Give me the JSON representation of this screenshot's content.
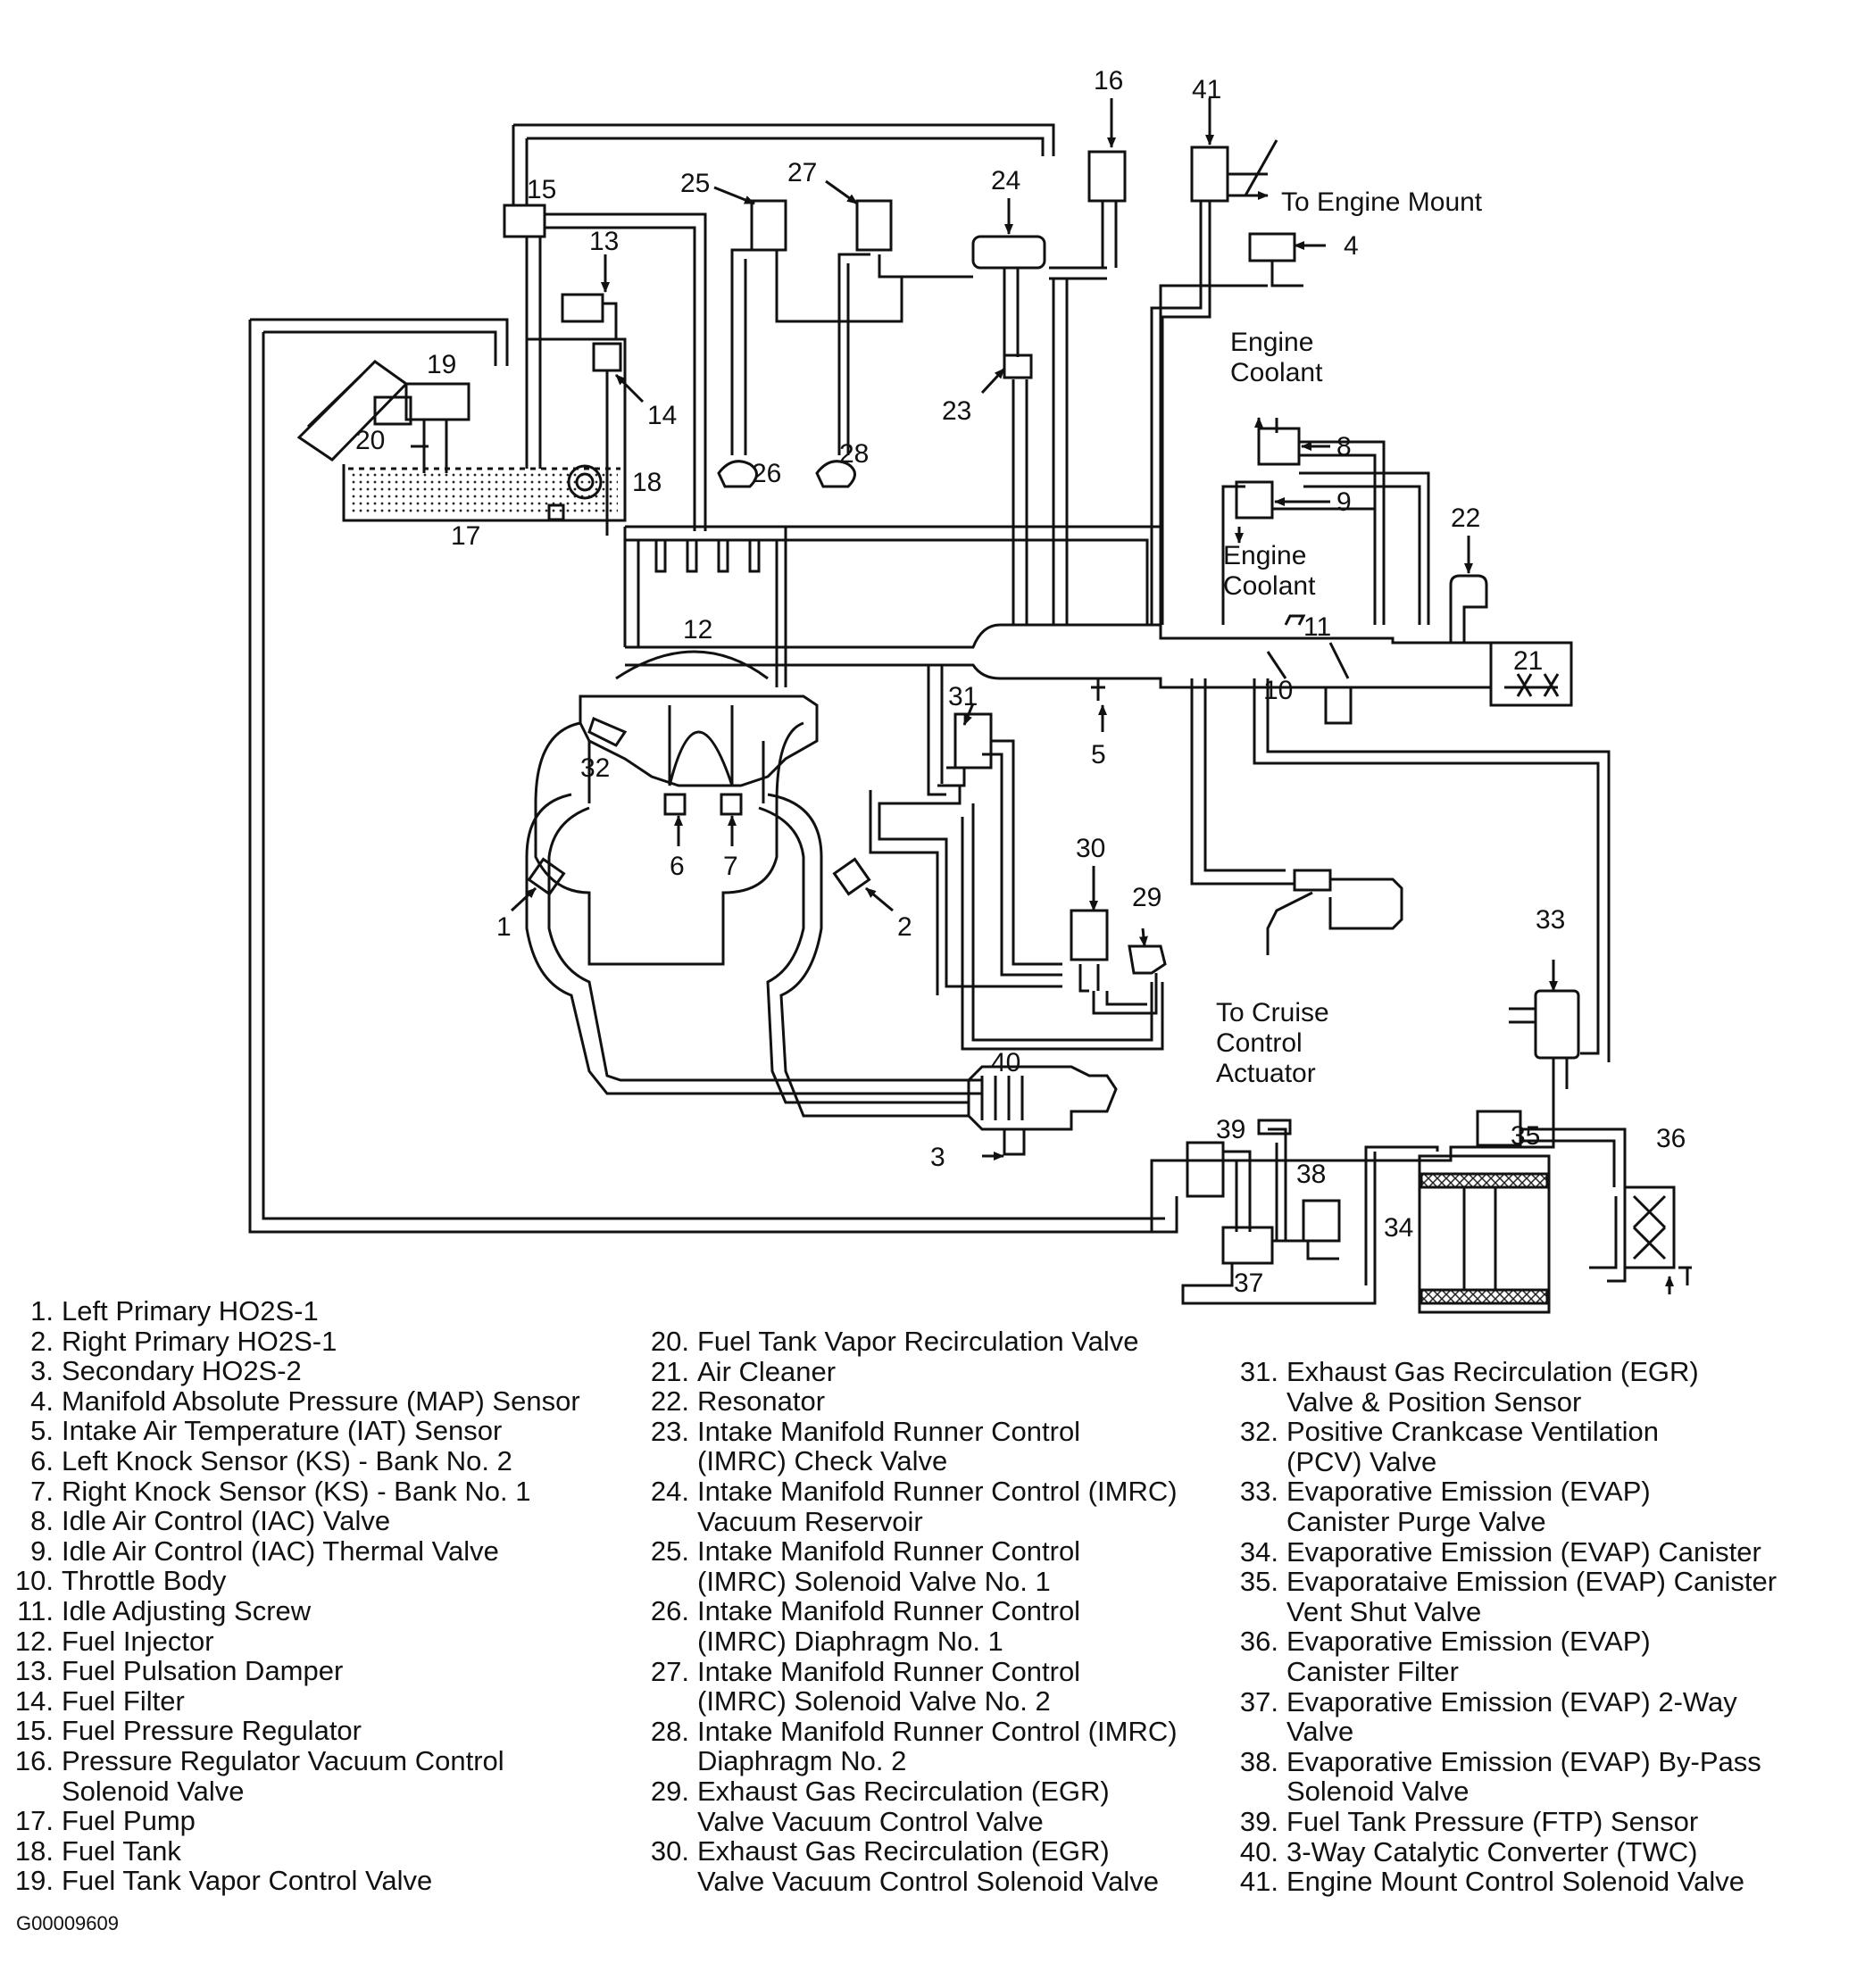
{
  "callouts": {
    "n1": "1",
    "n2": "2",
    "n3": "3",
    "n4": "4",
    "n5": "5",
    "n6": "6",
    "n7": "7",
    "n8": "8",
    "n9": "9",
    "n10": "10",
    "n11": "11",
    "n12": "12",
    "n13": "13",
    "n14": "14",
    "n15": "15",
    "n16": "16",
    "n17": "17",
    "n18": "18",
    "n19": "19",
    "n20": "20",
    "n21": "21",
    "n22": "22",
    "n23": "23",
    "n24": "24",
    "n25": "25",
    "n26": "26",
    "n27": "27",
    "n28": "28",
    "n29": "29",
    "n30": "30",
    "n31": "31",
    "n32": "32",
    "n33": "33",
    "n34": "34",
    "n35": "35",
    "n36": "36",
    "n37": "37",
    "n38": "38",
    "n39": "39",
    "n40": "40",
    "n41": "41"
  },
  "annotations": {
    "to_engine_mount": "To Engine Mount",
    "engine_coolant_upper_1": "Engine",
    "engine_coolant_upper_2": "Coolant",
    "engine_coolant_lower_1": "Engine",
    "engine_coolant_lower_2": "Coolant",
    "cruise_1": "To Cruise",
    "cruise_2": "Control",
    "cruise_3": "Actuator"
  },
  "legend": {
    "col1": [
      {
        "num": "1.",
        "text": "Left Primary HO2S-1"
      },
      {
        "num": "2.",
        "text": "Right Primary HO2S-1"
      },
      {
        "num": "3.",
        "text": "Secondary HO2S-2"
      },
      {
        "num": "4.",
        "text": "Manifold Absolute Pressure (MAP) Sensor"
      },
      {
        "num": "5.",
        "text": "Intake Air Temperature (IAT) Sensor"
      },
      {
        "num": "6.",
        "text": "Left Knock Sensor (KS) - Bank No. 2"
      },
      {
        "num": "7.",
        "text": "Right Knock Sensor (KS) - Bank No. 1"
      },
      {
        "num": "8.",
        "text": "Idle Air Control (IAC) Valve"
      },
      {
        "num": "9.",
        "text": "Idle Air Control (IAC) Thermal Valve"
      },
      {
        "num": "10.",
        "text": "Throttle Body"
      },
      {
        "num": "11.",
        "text": "Idle Adjusting Screw"
      },
      {
        "num": "12.",
        "text": "Fuel Injector"
      },
      {
        "num": "13.",
        "text": "Fuel Pulsation Damper"
      },
      {
        "num": "14.",
        "text": "Fuel Filter"
      },
      {
        "num": "15.",
        "text": "Fuel Pressure Regulator"
      },
      {
        "num": "16.",
        "text": "Pressure Regulator Vacuum Control\nSolenoid Valve"
      },
      {
        "num": "17.",
        "text": "Fuel Pump"
      },
      {
        "num": "18.",
        "text": "Fuel Tank"
      },
      {
        "num": "19.",
        "text": "Fuel Tank Vapor Control Valve"
      }
    ],
    "col2": [
      {
        "num": "20.",
        "text": "Fuel Tank Vapor Recirculation Valve"
      },
      {
        "num": "21.",
        "text": "Air Cleaner"
      },
      {
        "num": "22.",
        "text": "Resonator"
      },
      {
        "num": "23.",
        "text": "Intake Manifold Runner Control\n(IMRC) Check Valve"
      },
      {
        "num": "24.",
        "text": "Intake Manifold Runner Control (IMRC)\nVacuum Reservoir"
      },
      {
        "num": "25.",
        "text": "Intake Manifold Runner Control\n(IMRC) Solenoid Valve No. 1"
      },
      {
        "num": "26.",
        "text": "Intake Manifold Runner Control\n(IMRC) Diaphragm No. 1"
      },
      {
        "num": "27.",
        "text": "Intake Manifold Runner Control\n(IMRC) Solenoid Valve No. 2"
      },
      {
        "num": "28.",
        "text": "Intake Manifold Runner Control (IMRC)\nDiaphragm No. 2"
      },
      {
        "num": "29.",
        "text": "Exhaust Gas Recirculation (EGR)\nValve Vacuum Control Valve"
      },
      {
        "num": "30.",
        "text": "Exhaust Gas Recirculation (EGR)\nValve Vacuum Control Solenoid Valve"
      }
    ],
    "col3": [
      {
        "num": "31.",
        "text": "Exhaust Gas Recirculation (EGR)\nValve & Position Sensor"
      },
      {
        "num": "32.",
        "text": "Positive Crankcase Ventilation\n(PCV) Valve"
      },
      {
        "num": "33.",
        "text": "Evaporative Emission (EVAP)\nCanister Purge Valve"
      },
      {
        "num": "34.",
        "text": "Evaporative Emission (EVAP) Canister"
      },
      {
        "num": "35.",
        "text": "Evaporataive Emission (EVAP) Canister\nVent Shut Valve"
      },
      {
        "num": "36.",
        "text": "Evaporative Emission (EVAP)\nCanister Filter"
      },
      {
        "num": "37.",
        "text": "Evaporative Emission (EVAP) 2-Way\nValve"
      },
      {
        "num": "38.",
        "text": "Evaporative Emission (EVAP) By-Pass\nSolenoid Valve"
      },
      {
        "num": "39.",
        "text": "Fuel Tank Pressure (FTP) Sensor"
      },
      {
        "num": "40.",
        "text": "3-Way Catalytic Converter (TWC)"
      },
      {
        "num": "41.",
        "text": "Engine Mount Control Solenoid Valve"
      }
    ]
  },
  "figure_code": "G00009609"
}
